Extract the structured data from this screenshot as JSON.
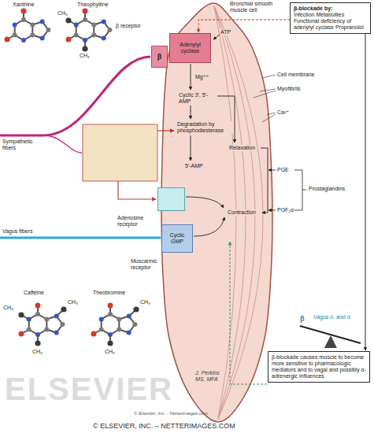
{
  "diagram": {
    "nodes": [
      {
        "text": [
          "Bronchial smooth muscle cell"
        ]
      },
      {
        "text": [
          "β-blockade by:",
          "Infection Metabolites Functional deficiency of adenylyl cyclase Propranolol"
        ]
      },
      {
        "text": [
          "β",
          "β receptor"
        ]
      },
      {
        "text": [
          "Adenylyl cyclase"
        ],
        "in": 0
      },
      {
        "text": [
          "Adenosine receptor"
        ]
      },
      {
        "text": [
          "Cyclic GMP",
          "Muscarinic receptor"
        ]
      },
      {
        "text": [
          "β-blockade causes muscle to become more sensitive to pharmacologic mediators and to vagal and possibly α-adrenergic influences"
        ]
      }
    ],
    "edges": [
      {
        "from": 1,
        "to": 3,
        "arrow": "to"
      },
      {
        "from": 1,
        "to": 6,
        "arrow": "to"
      }
    ],
    "labels": [
      "Xanthine",
      "Theophylline",
      "CH₃",
      "CH₃",
      "ATP",
      "Cell membrane",
      "Myofibrils",
      "Ca²⁺",
      "Mg⁺⁺",
      "Cyclic 3′, 5′-AMP",
      "Sympathetic fibers",
      "Degradation by phosphodiesterase",
      "Relaxation",
      "5′-AMP",
      "PGE",
      "Prostaglandins",
      "Contraction",
      "PGF₂α",
      "Vagus fibers",
      "Caffeine",
      "Theobromine",
      "CH₃",
      "CH₃",
      "CH₃",
      "CH₃",
      "CH₃",
      "β",
      "Vagus n. and α",
      "J. Perkins MS, MFA",
      "ELSEVIER",
      "© Elsevier, Inc. - Netterimages.com",
      "© ELSEVIER, INC. – NETTERIMAGES.COM"
    ]
  }
}
